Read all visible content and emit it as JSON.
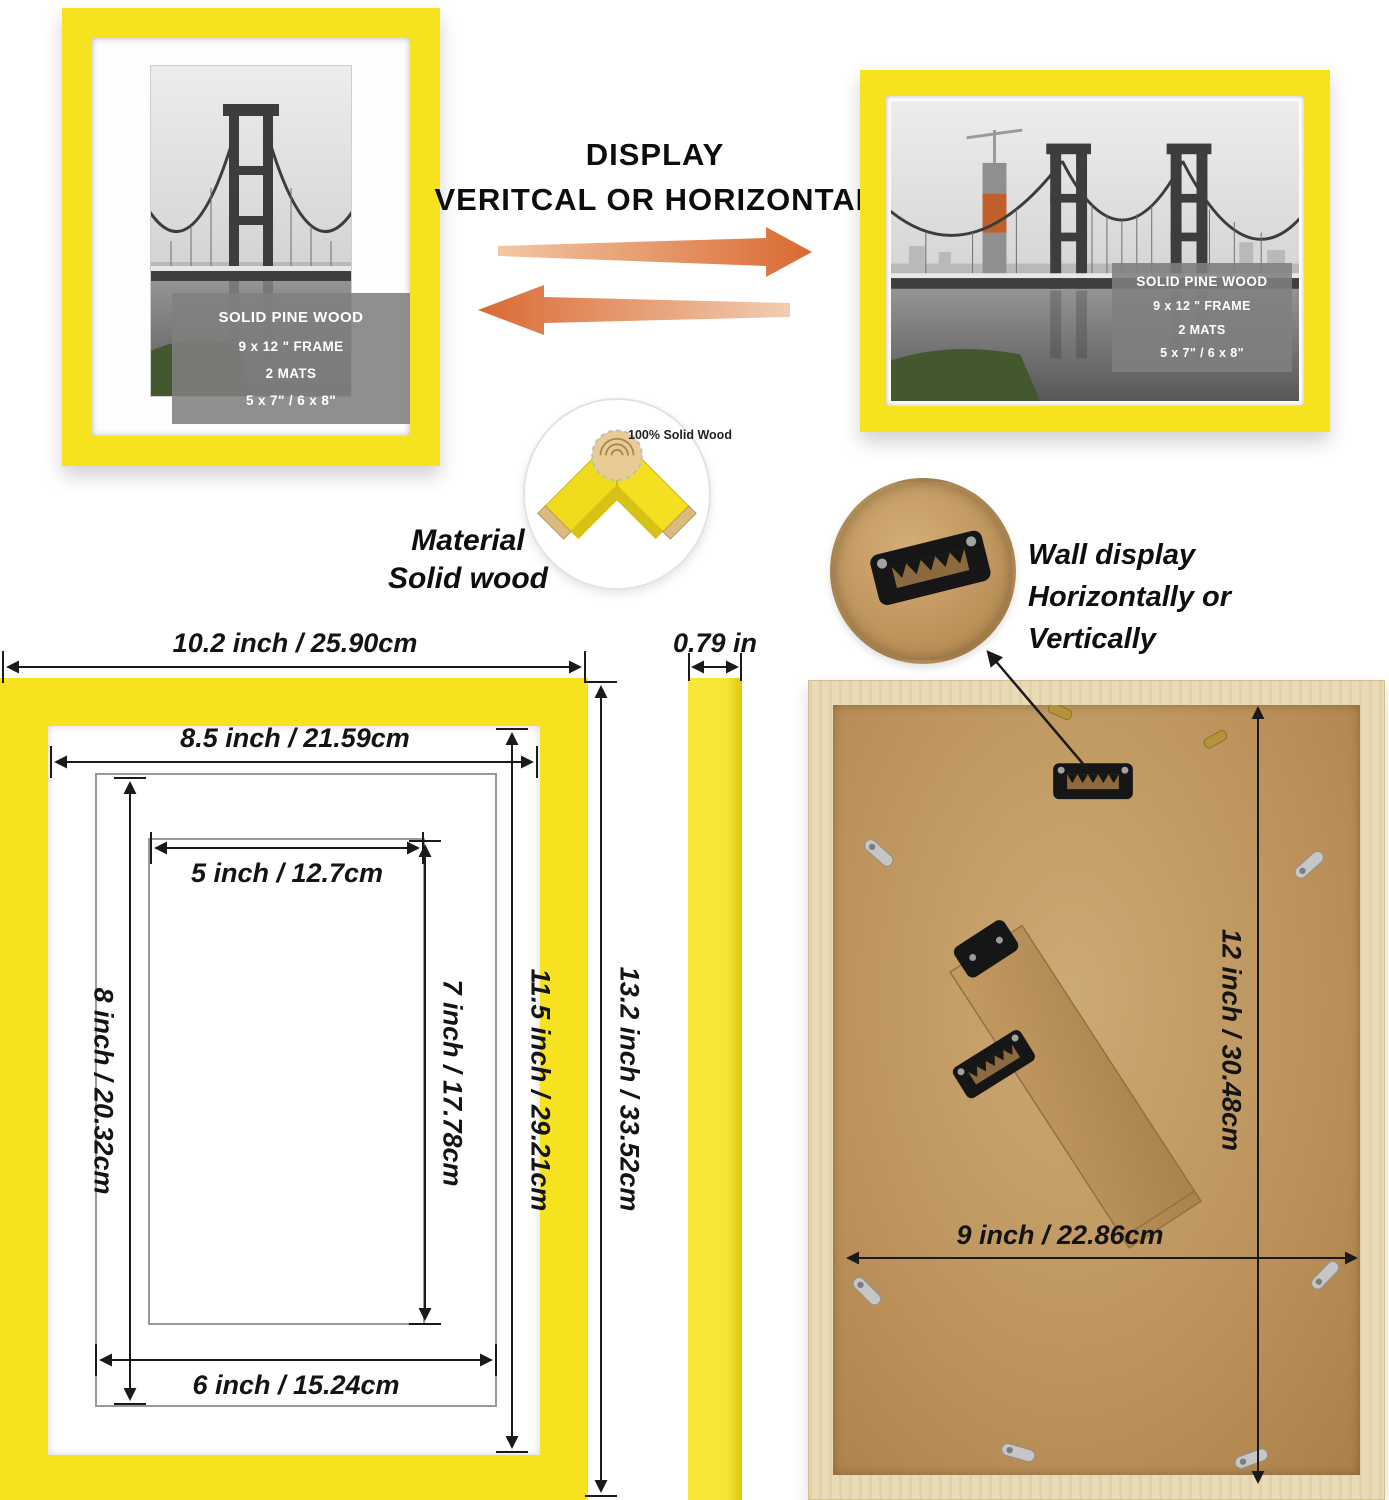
{
  "title": {
    "line1": "DISPLAY",
    "line2": "VERITCAL OR HORIZONTAL"
  },
  "frame_overlay": {
    "line1": "SOLID PINE WOOD",
    "line2": "9 x 12 \" FRAME",
    "line3": "2 MATS",
    "line4": "5 x 7\" / 6 x 8\""
  },
  "material": {
    "callout": "100% Solid Wood",
    "label_line1": "Material",
    "label_line2": "Solid wood"
  },
  "wall_display": {
    "line1": "Wall display",
    "line2": "Horizontally or Vertically"
  },
  "front_dims": {
    "outer_width": "10.2 inch / 25.90cm",
    "glass_width": "8.5 inch / 21.59cm",
    "photo_width": "5 inch / 12.7cm",
    "mat_height": "8 inch / 20.32cm",
    "photo_height": "7 inch / 17.78cm",
    "glass_height": "11.5 inch / 29.21cm",
    "outer_height": "13.2 inch / 33.52cm",
    "mat_width": "6 inch / 15.24cm",
    "thickness": "0.79 in"
  },
  "back_dims": {
    "height": "12 inch / 30.48cm",
    "width": "9 inch / 22.86cm"
  },
  "colors": {
    "frame_yellow": "#F6E21F",
    "arrow_orange": "#D96A33",
    "cardboard": "#C09560",
    "wood_border": "#E9DBB6"
  }
}
